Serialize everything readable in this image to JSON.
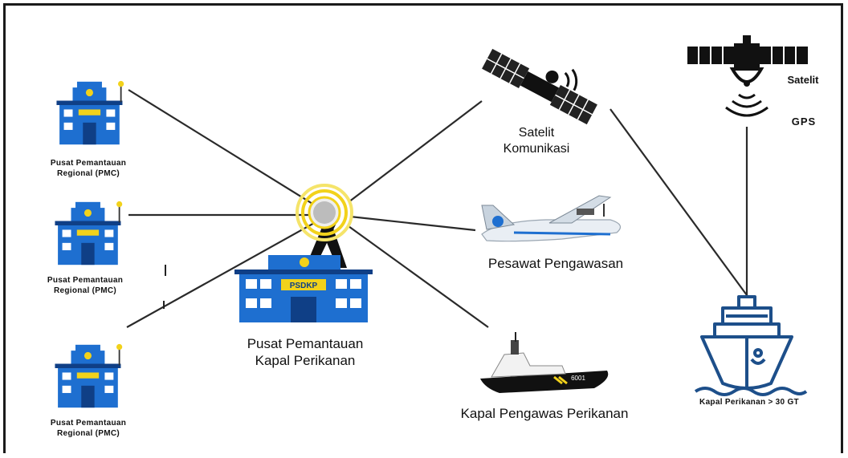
{
  "nodes": {
    "pmc_top": {
      "line1": "Pusat Pemantauan",
      "line2": "Regional (PMC)"
    },
    "pmc_mid": {
      "line1": "Pusat Pemantauan",
      "line2": "Regional (PMC)"
    },
    "pmc_bottom": {
      "line1": "Pusat Pemantauan",
      "line2": "Regional (PMC)"
    },
    "center": {
      "line1": "Pusat Pemantauan",
      "line2": "Kapal Perikanan",
      "sign": "PSDKP"
    },
    "sat_comm": {
      "line1": "Satelit",
      "line2": "Komunikasi"
    },
    "plane": {
      "label": "Pesawat Pengawasan"
    },
    "patrol": {
      "label": "Kapal Pengawas Perikanan",
      "hull_number": "6001"
    },
    "sat_gps": {
      "line1": "Satelit",
      "line2": "GPS"
    },
    "fishing_ship": {
      "label": "Kapal Perikanan > 30 GT"
    }
  },
  "colors": {
    "building_blue": "#1e6fd0",
    "building_dark": "#0f3f86",
    "sign_yellow": "#f2d21b",
    "link_line": "#2a2a2a",
    "ship_outline": "#1d4f8a"
  }
}
